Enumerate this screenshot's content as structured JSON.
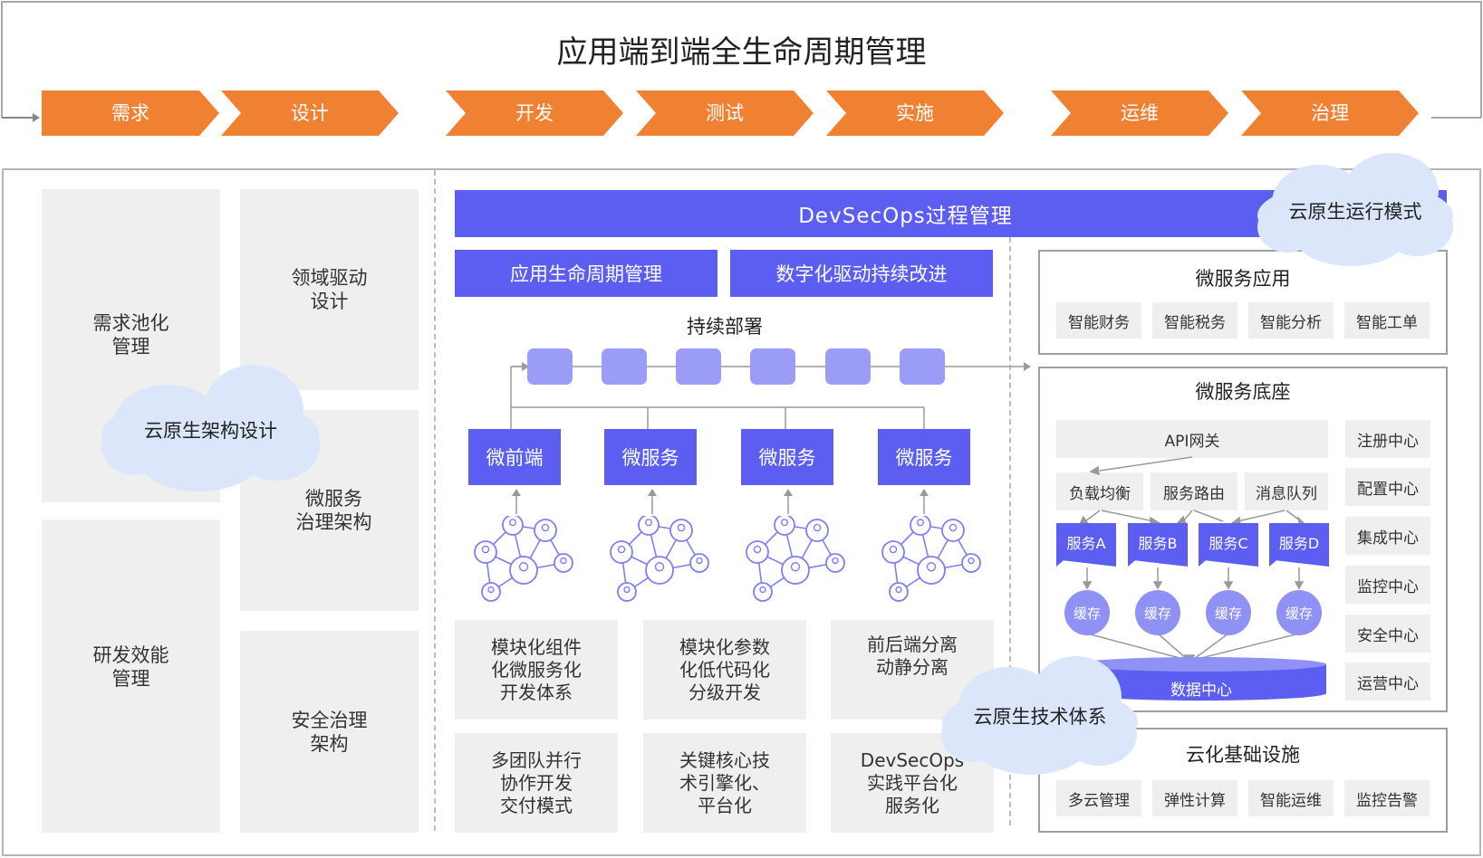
{
  "title": "应用端到端全生命周期管理",
  "stages": [
    "需求",
    "设计",
    "开发",
    "测试",
    "实施",
    "运维",
    "治理"
  ],
  "left": {
    "req_pool": "需求池化\n管理",
    "domain_design": "领域驱动\n设计",
    "ms_governance": "微服务\n治理架构",
    "rd_efficiency": "研发效能\n管理",
    "security_arch": "安全治理\n架构",
    "cloud_label": "云原生架构设计"
  },
  "middle": {
    "devsecops": "DevSecOps过程管理",
    "alm": "应用生命周期管理",
    "digital": "数字化驱动持续改进",
    "cd": "持续部署",
    "services": [
      "微前端",
      "微服务",
      "微服务",
      "微服务"
    ],
    "cards": [
      "模块化组件\n化微服务化\n开发体系",
      "模块化参数\n化低代码化\n分级开发",
      "前后端分离\n动静分离",
      "多团队并行\n协作开发\n交付模式",
      "关键核心技\n术引擎化、\n平台化",
      "DevSecOps\n实践平台化\n服务化"
    ],
    "cloud_label": "云原生技术体系"
  },
  "right": {
    "cloud_label": "云原生运行模式",
    "ms_app": {
      "title": "微服务应用",
      "items": [
        "智能财务",
        "智能税务",
        "智能分析",
        "智能工单"
      ]
    },
    "ms_base": {
      "title": "微服务底座",
      "api": "API网关",
      "row": [
        "负载均衡",
        "服务路由",
        "消息队列"
      ],
      "services": [
        "服务A",
        "服务B",
        "服务C",
        "服务D"
      ],
      "caches": [
        "缓存",
        "缓存",
        "缓存",
        "缓存"
      ],
      "datacenter": "数据中心",
      "centers": [
        "注册中心",
        "配置中心",
        "集成中心",
        "监控中心",
        "安全中心",
        "运营中心"
      ]
    },
    "infra": {
      "title": "云化基础设施",
      "items": [
        "多云管理",
        "弹性计算",
        "智能运维",
        "监控告警"
      ]
    }
  },
  "colors": {
    "orange": "#f08032",
    "blue": "#5b5ef0",
    "gray": "#efefef",
    "cloud": "#dbe6fb"
  }
}
